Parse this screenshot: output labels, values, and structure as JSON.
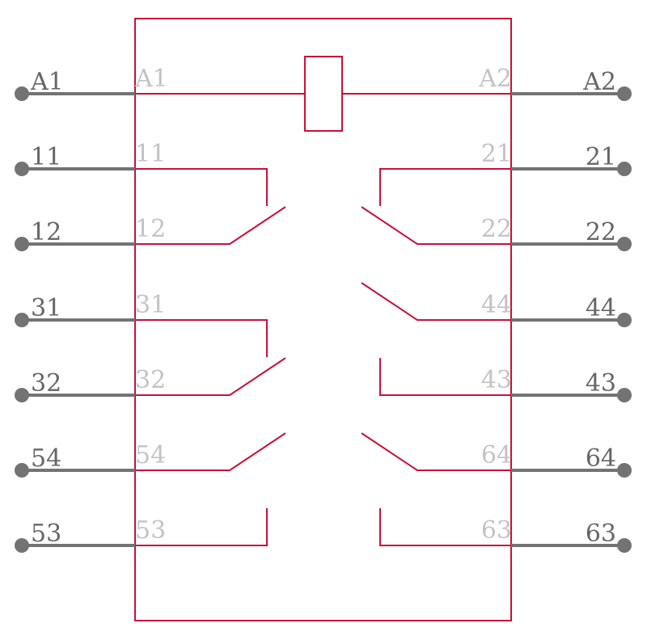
{
  "colors": {
    "body": "#c8103a",
    "pin": "#737373",
    "external_label": "#666666",
    "internal_label": "#c3c3c3"
  },
  "pins": {
    "left": [
      {
        "name": "A1"
      },
      {
        "name": "11"
      },
      {
        "name": "12"
      },
      {
        "name": "31"
      },
      {
        "name": "32"
      },
      {
        "name": "54"
      },
      {
        "name": "53"
      }
    ],
    "right": [
      {
        "name": "A2"
      },
      {
        "name": "21"
      },
      {
        "name": "22"
      },
      {
        "name": "44"
      },
      {
        "name": "43"
      },
      {
        "name": "64"
      },
      {
        "name": "63"
      }
    ]
  }
}
